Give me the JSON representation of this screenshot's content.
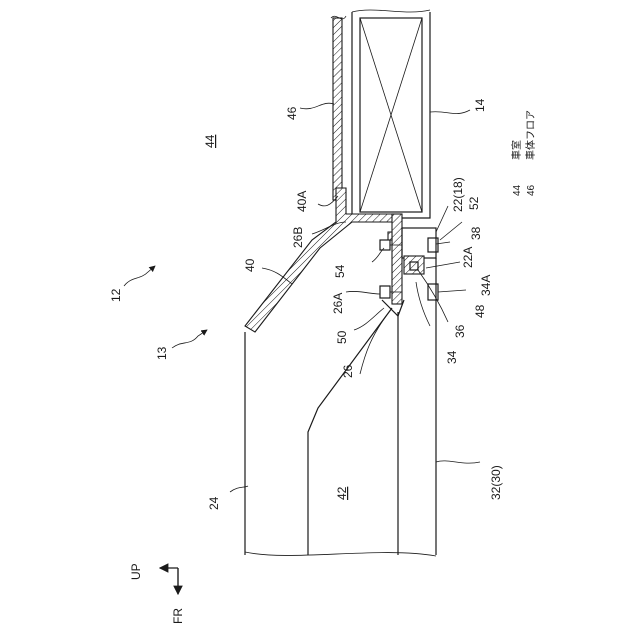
{
  "labels": {
    "n12": "12",
    "n13": "13",
    "n14": "14",
    "n22_18": "22(18)",
    "n22A": "22A",
    "n24": "24",
    "n26": "26",
    "n26A": "26A",
    "n26B": "26B",
    "n32_30": "32(30)",
    "n34": "34",
    "n34A": "34A",
    "n36": "36",
    "n38": "38",
    "n40": "40",
    "n40A": "40A",
    "n42": "42",
    "n44": "44",
    "n46": "46",
    "n48": "48",
    "n50": "50",
    "n52": "52",
    "n54": "54"
  },
  "legend": [
    {
      "num": "44",
      "text": "車室"
    },
    {
      "num": "46",
      "text": "車体フロア"
    }
  ],
  "axes": {
    "up": "UP",
    "fr": "FR"
  }
}
